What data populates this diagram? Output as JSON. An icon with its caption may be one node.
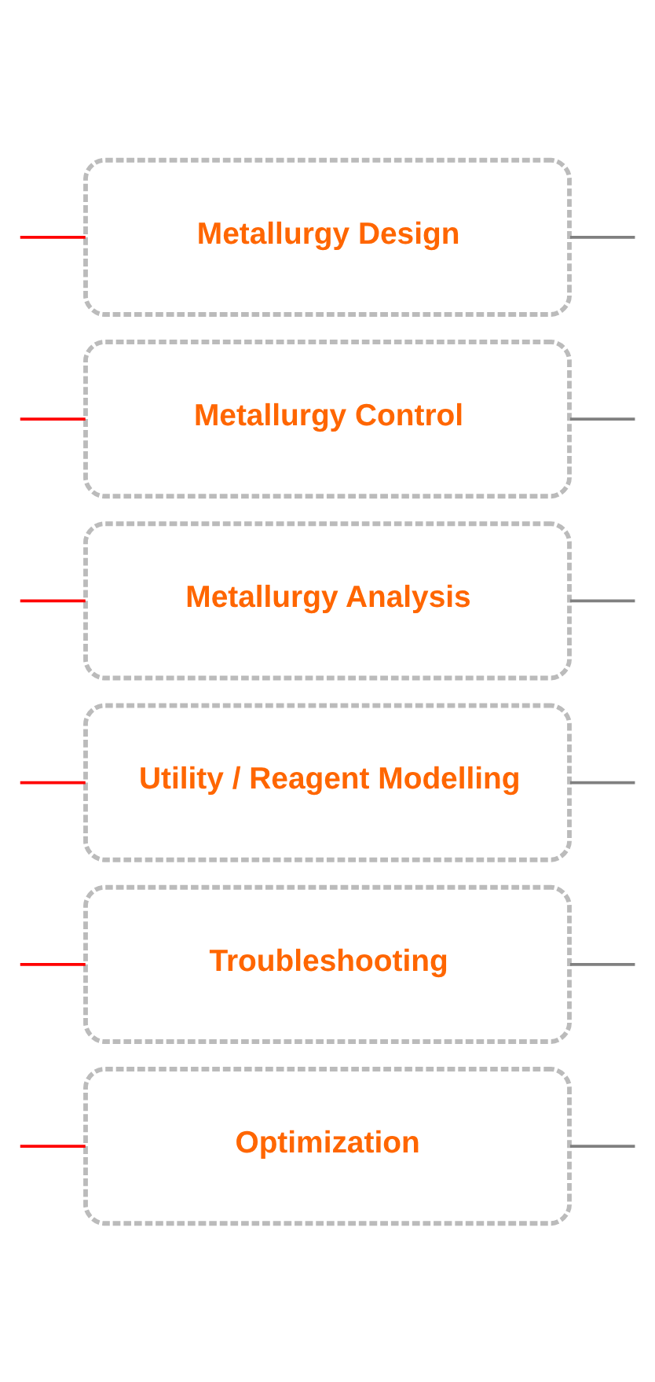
{
  "diagram": {
    "nodes": [
      {
        "text": [
          "Metallurgy Design"
        ]
      },
      {
        "text": [
          "Metallurgy Control"
        ]
      },
      {
        "text": [
          "Metallurgy Analysis"
        ]
      },
      {
        "text": [
          "Utility / Reagent Modelling"
        ]
      },
      {
        "text": [
          "Troubleshooting"
        ]
      },
      {
        "text": [
          "Optimization"
        ]
      }
    ],
    "edges": [
      {
        "from": null,
        "to": 0,
        "arrow": "none",
        "color": "#ff0000"
      },
      {
        "from": null,
        "to": 1,
        "arrow": "none",
        "color": "#ff0000"
      },
      {
        "from": null,
        "to": 2,
        "arrow": "none",
        "color": "#ff0000"
      },
      {
        "from": null,
        "to": 3,
        "arrow": "none",
        "color": "#ff0000"
      },
      {
        "from": null,
        "to": 4,
        "arrow": "none",
        "color": "#ff0000"
      },
      {
        "from": null,
        "to": 5,
        "arrow": "none",
        "color": "#ff0000"
      },
      {
        "from": 0,
        "to": null,
        "arrow": "none",
        "color": "#808080"
      },
      {
        "from": 1,
        "to": null,
        "arrow": "none",
        "color": "#808080"
      },
      {
        "from": 2,
        "to": null,
        "arrow": "none",
        "color": "#808080"
      },
      {
        "from": 3,
        "to": null,
        "arrow": "none",
        "color": "#808080"
      },
      {
        "from": 4,
        "to": null,
        "arrow": "none",
        "color": "#808080"
      },
      {
        "from": 5,
        "to": null,
        "arrow": "none",
        "color": "#808080"
      }
    ]
  }
}
